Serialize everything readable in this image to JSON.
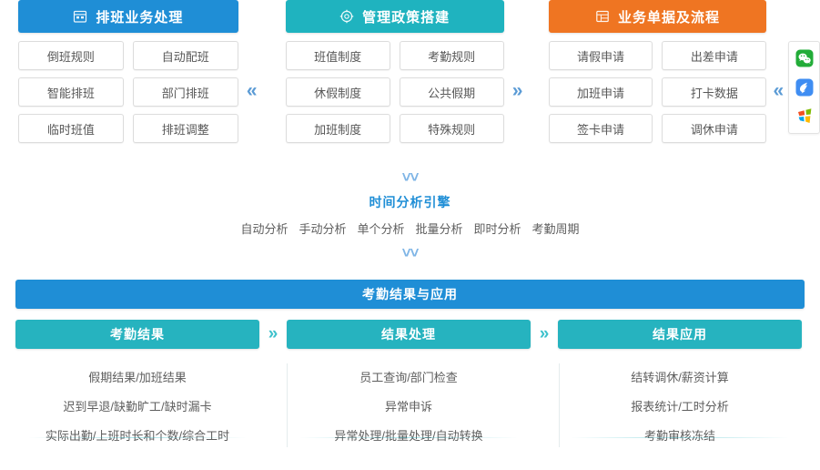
{
  "top": {
    "columns": [
      {
        "id": "scheduling",
        "title": "排班业务处理",
        "icon": "calendar-icon",
        "color": "#1f8ed6",
        "tiles": [
          "倒班规则",
          "自动配班",
          "智能排班",
          "部门排班",
          "临时班值",
          "排班调整"
        ]
      },
      {
        "id": "policy",
        "title": "管理政策搭建",
        "icon": "gear-icon",
        "color": "#1fb3bf",
        "tiles": [
          "班值制度",
          "考勤规则",
          "休假制度",
          "公共假期",
          "加班制度",
          "特殊规则"
        ]
      },
      {
        "id": "business",
        "title": "业务单据及流程",
        "icon": "form-icon",
        "color": "#ef7522",
        "tiles": [
          "请假申请",
          "出差申请",
          "加班申请",
          "打卡数据",
          "签卡申请",
          "调休申请"
        ]
      }
    ],
    "separators": [
      "«",
      "»",
      "«"
    ],
    "app_rail": [
      "wechat-icon",
      "dingtalk-icon",
      "windows-icon"
    ]
  },
  "engine": {
    "chevron_top": "˅˅",
    "title": "时间分析引擎",
    "items": [
      "自动分析",
      "手动分析",
      "单个分析",
      "批量分析",
      "即时分析",
      "考勤周期"
    ],
    "chevron_bottom": "˅˅"
  },
  "banner": {
    "title": "考勤结果与应用",
    "color": "#1f8ed6"
  },
  "bottom": {
    "panels": [
      {
        "id": "results",
        "title": "考勤结果",
        "lines": [
          "假期结果/加班结果",
          "迟到早退/缺勤旷工/缺时漏卡",
          "实际出勤/上班时长和个数/综合工时"
        ]
      },
      {
        "id": "processing",
        "title": "结果处理",
        "lines": [
          "员工查询/部门检查",
          "异常申诉",
          "异常处理/批量处理/自动转换"
        ]
      },
      {
        "id": "application",
        "title": "结果应用",
        "lines": [
          "结转调休/薪资计算",
          "报表统计/工时分析",
          "考勤审核冻结"
        ]
      }
    ],
    "separators": [
      "»",
      "»"
    ],
    "header_color": "#26b3bf"
  }
}
